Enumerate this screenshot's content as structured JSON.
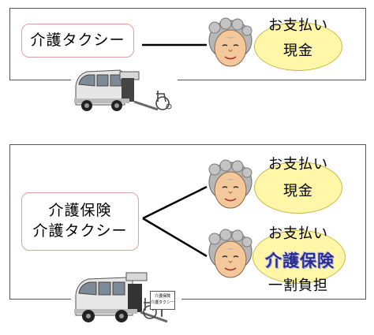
{
  "panel_top": {
    "taxi_label": "介護タクシー",
    "bubble": {
      "line1": "お支払い",
      "line2": "現金"
    }
  },
  "panel_bottom": {
    "service_label": {
      "line1": "介護保険",
      "line2": "介護タクシー"
    },
    "bubble_cash": {
      "line1": "お支払い",
      "line2": "現金"
    },
    "bubble_insurance": {
      "line1": "お支払い",
      "stamp": "介護保険",
      "line3": "一割負担"
    },
    "sign_text": {
      "line1": "介護保険",
      "line2": "介護タクシー"
    }
  }
}
